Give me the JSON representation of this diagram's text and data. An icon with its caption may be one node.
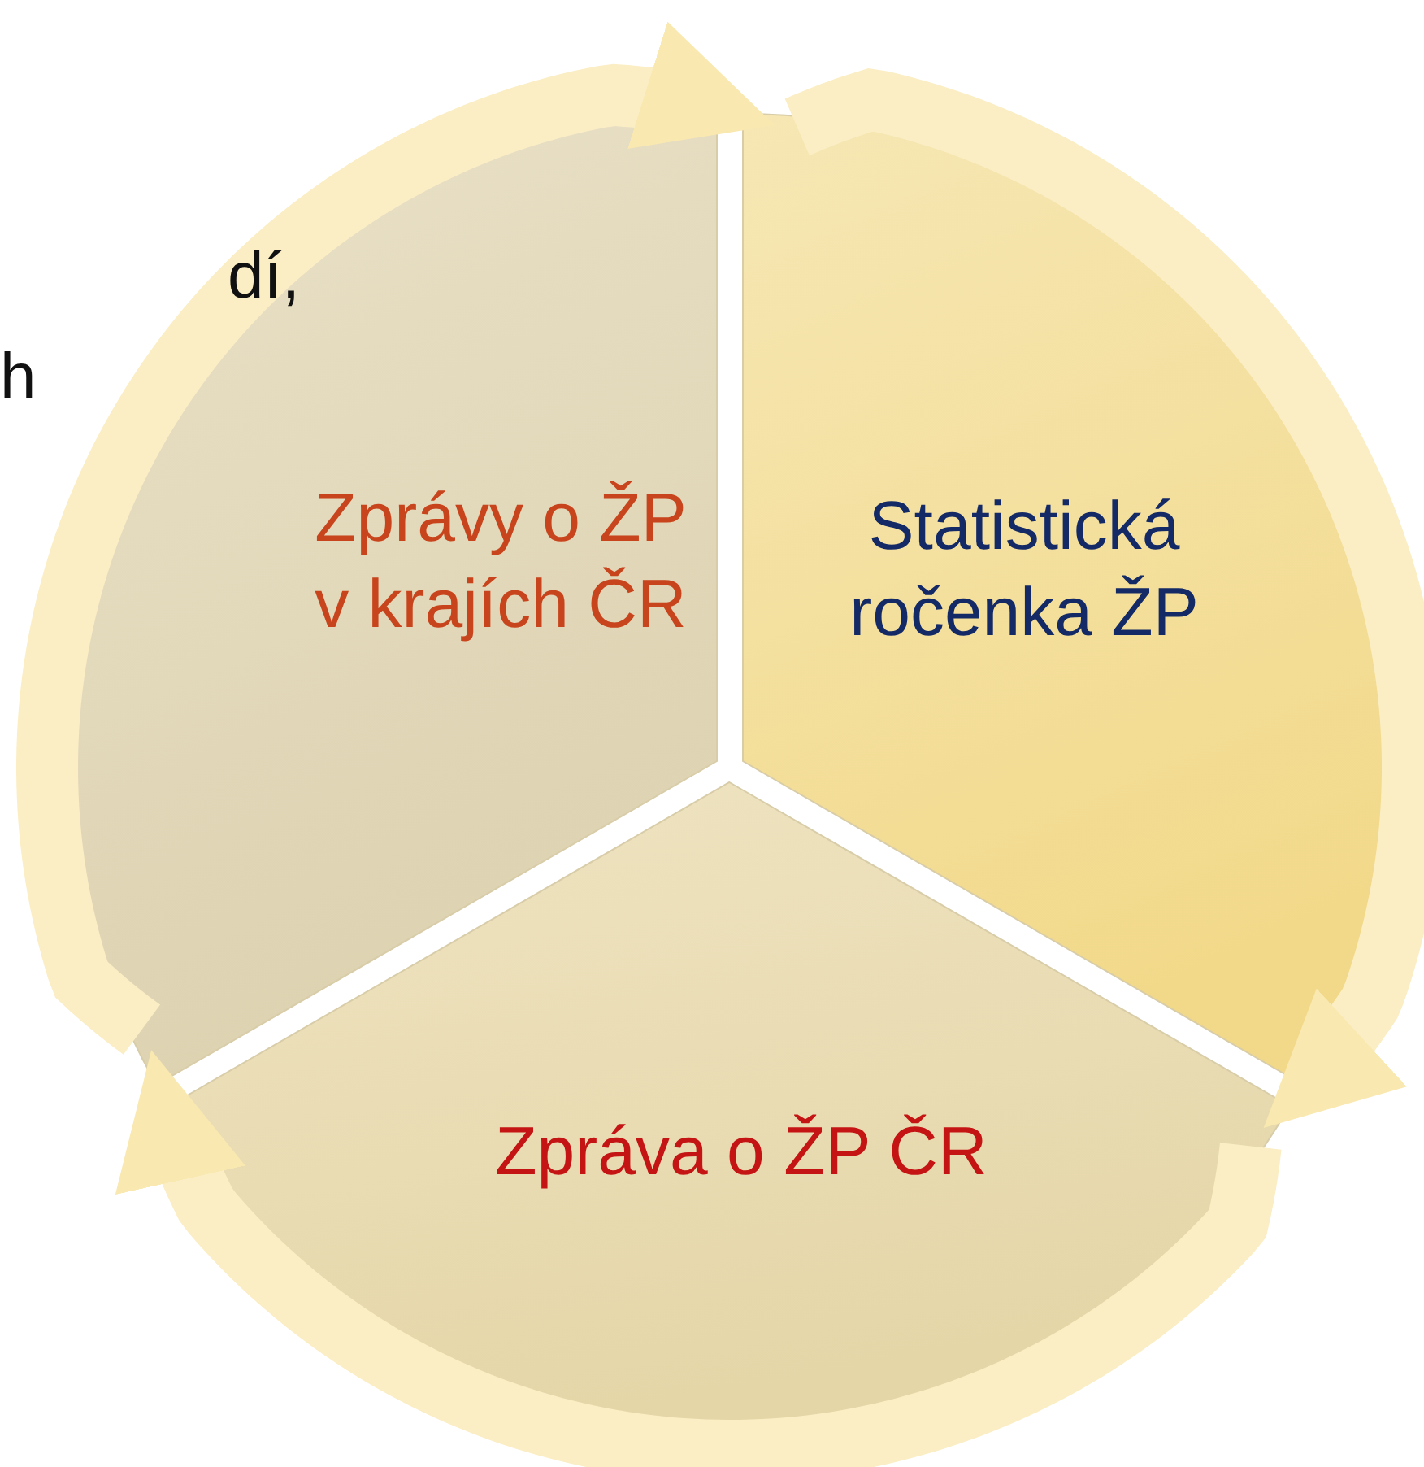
{
  "diagram": {
    "nodes": [
      {
        "text": [
          "Zprávy o ŽP v krajích ČR"
        ]
      },
      {
        "text": [
          "Statistická ročenka ŽP"
        ]
      },
      {
        "text": [
          "Zpráva o ŽP ČR"
        ]
      }
    ],
    "edges": [
      {
        "from": 0,
        "to": 1,
        "arrow": "to"
      },
      {
        "from": 1,
        "to": 2,
        "arrow": "to"
      },
      {
        "from": 2,
        "to": 0,
        "arrow": "to"
      }
    ],
    "labels": [
      "dí,",
      "h"
    ]
  }
}
